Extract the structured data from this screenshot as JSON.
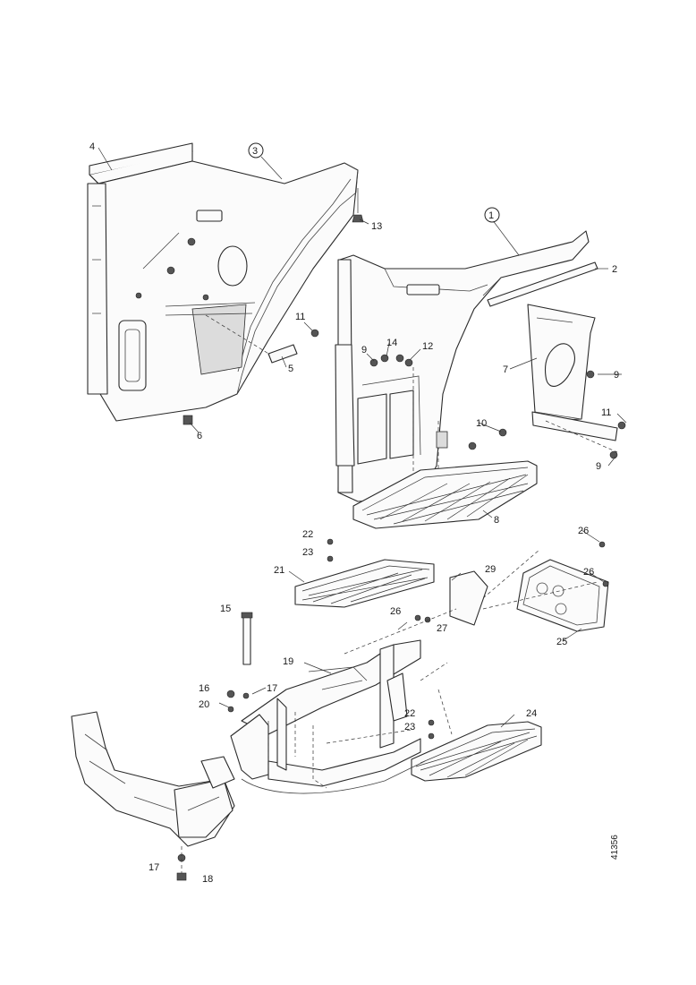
{
  "diagram": {
    "figure_number": "41356",
    "callouts": {
      "c1": "1",
      "c2": "2",
      "c3": "3",
      "c4": "4",
      "c5": "5",
      "c6": "6",
      "c7": "7",
      "c8": "8",
      "c9a": "9",
      "c9b": "9",
      "c9c": "9",
      "c10": "10",
      "c11a": "11",
      "c11b": "11",
      "c12": "12",
      "c13": "13",
      "c14": "14",
      "c15": "15",
      "c16": "16",
      "c17a": "17",
      "c17b": "17",
      "c18": "18",
      "c19": "19",
      "c20": "20",
      "c21": "21",
      "c22a": "22",
      "c22b": "22",
      "c23a": "23",
      "c23b": "23",
      "c24": "24",
      "c25": "25",
      "c26a": "26",
      "c26b": "26",
      "c26c": "26",
      "c27": "27",
      "c29": "29"
    }
  }
}
